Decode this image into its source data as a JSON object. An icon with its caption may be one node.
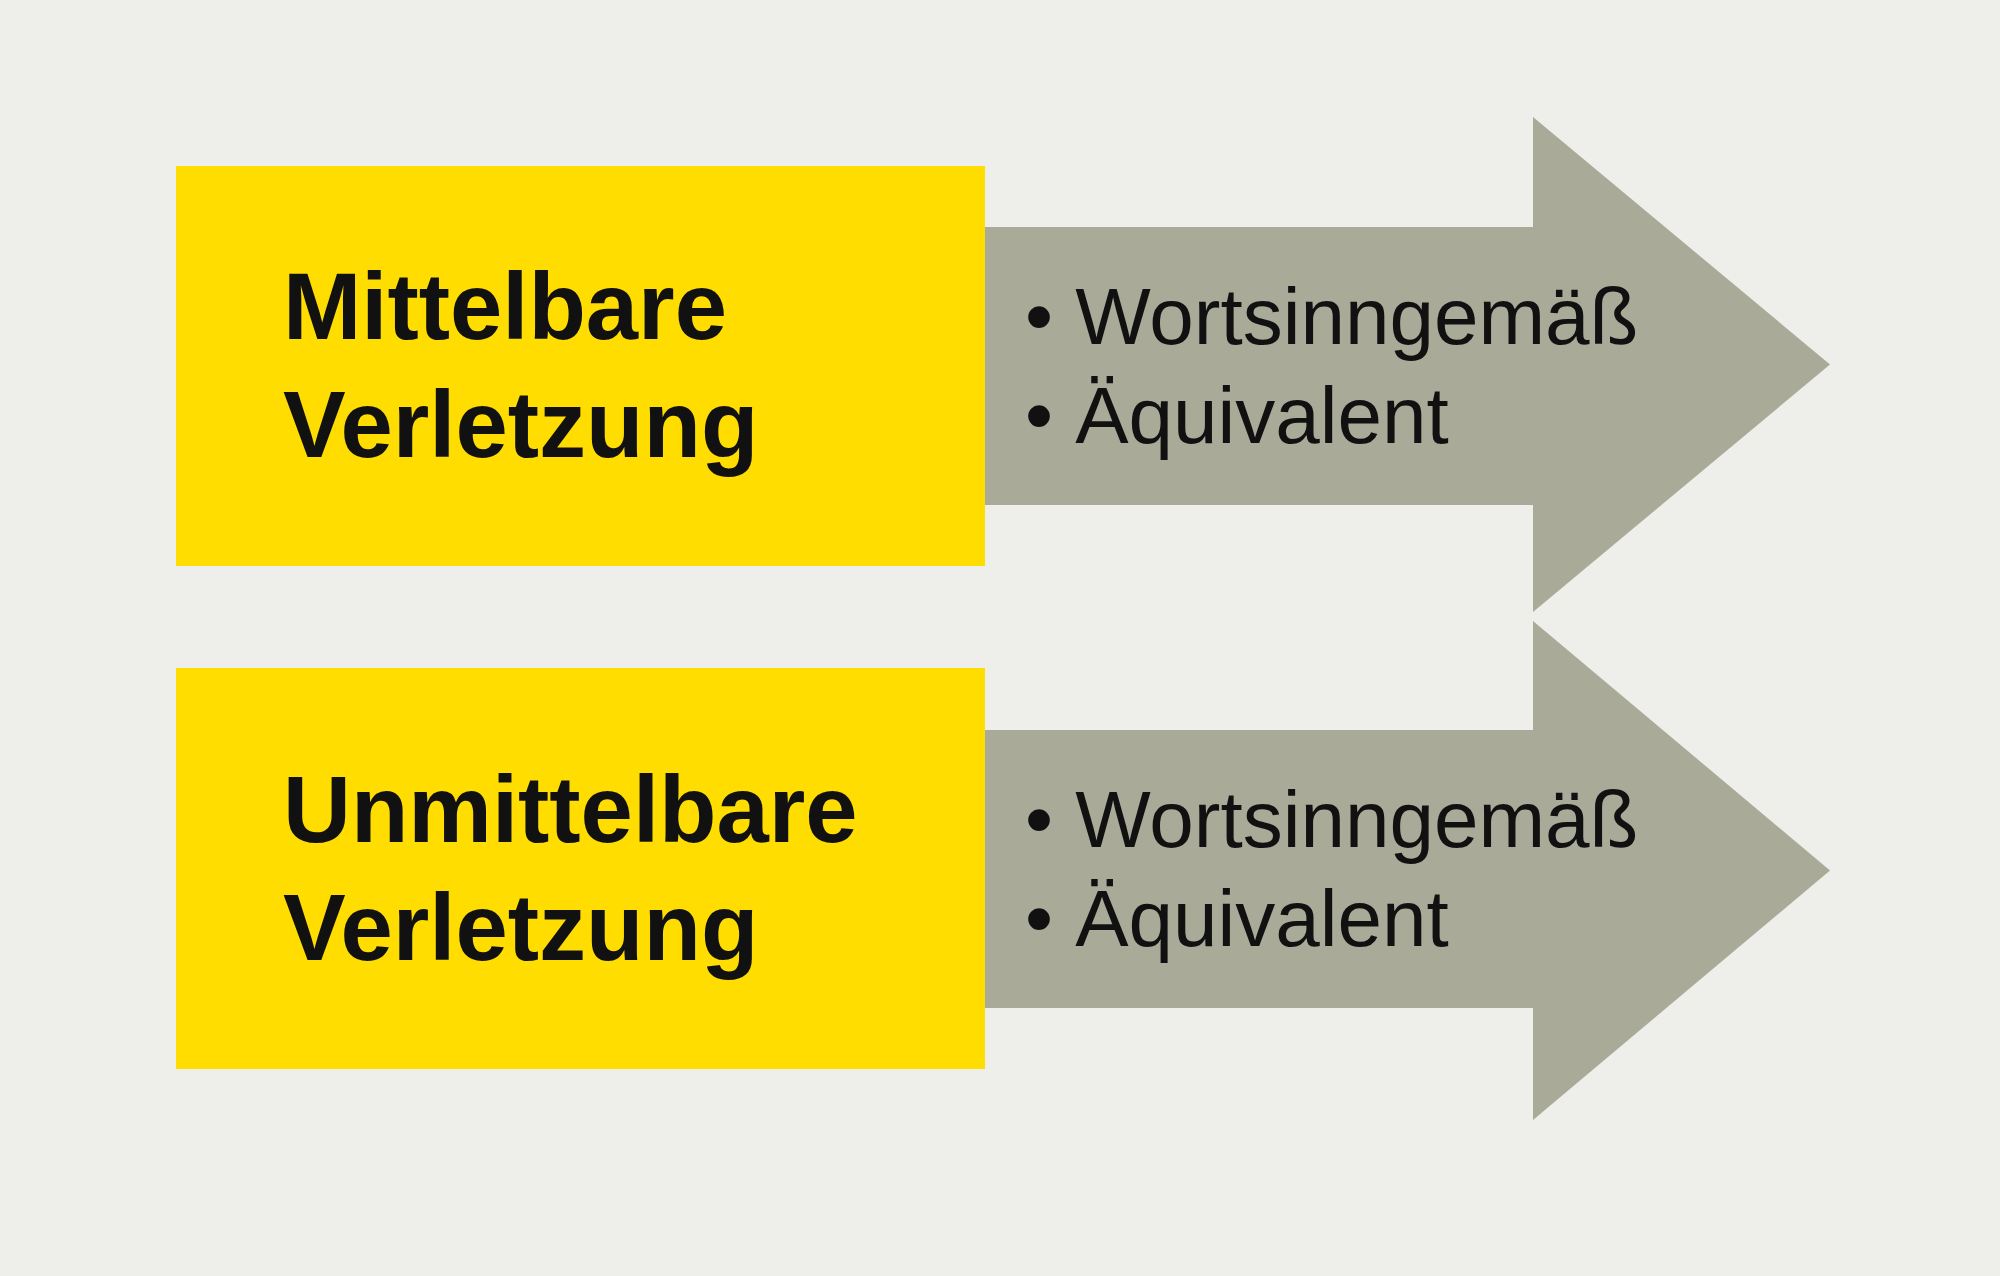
{
  "diagram": {
    "nodes": [
      {
        "text": [
          "Mittelbare Verletzung"
        ]
      },
      {
        "text": [
          "• Wortsinngemäß",
          "• Äquivalent"
        ]
      },
      {
        "text": [
          "Unmittelbare Verletzung"
        ]
      },
      {
        "text": [
          "• Wortsinngemäß",
          "• Äquivalent"
        ]
      }
    ]
  }
}
